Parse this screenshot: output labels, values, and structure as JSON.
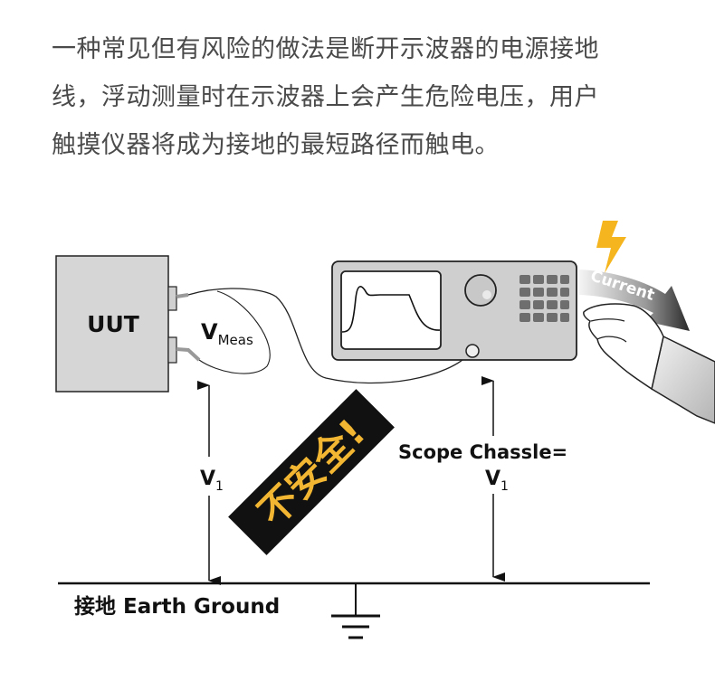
{
  "intro": {
    "lines": [
      "一种常见但有风险的做法是断开示波器的电源接地",
      "线，浮动测量时在示波器上会产生危险电压，用户",
      "触摸仪器将成为接地的最短路径而触电。"
    ]
  },
  "diagram": {
    "uut_label": "UUT",
    "vmeas_main": "V",
    "vmeas_sub": "Meas",
    "v1_main": "V",
    "v1_sub": "1",
    "scope_chassis_label": "Scope Chassle=",
    "scope_v1_main": "V",
    "scope_v1_sub": "1",
    "warning_label": "不安全!",
    "current_label": "Current",
    "ground_label": "接地 Earth Ground",
    "colors": {
      "warning_bg": "#111111",
      "warning_text": "#f2b632",
      "lightning": "#f5b51e",
      "device_fill": "#d6d6d6",
      "scope_fill": "#cfcfcf",
      "keypad": "#6e6e6e"
    }
  }
}
